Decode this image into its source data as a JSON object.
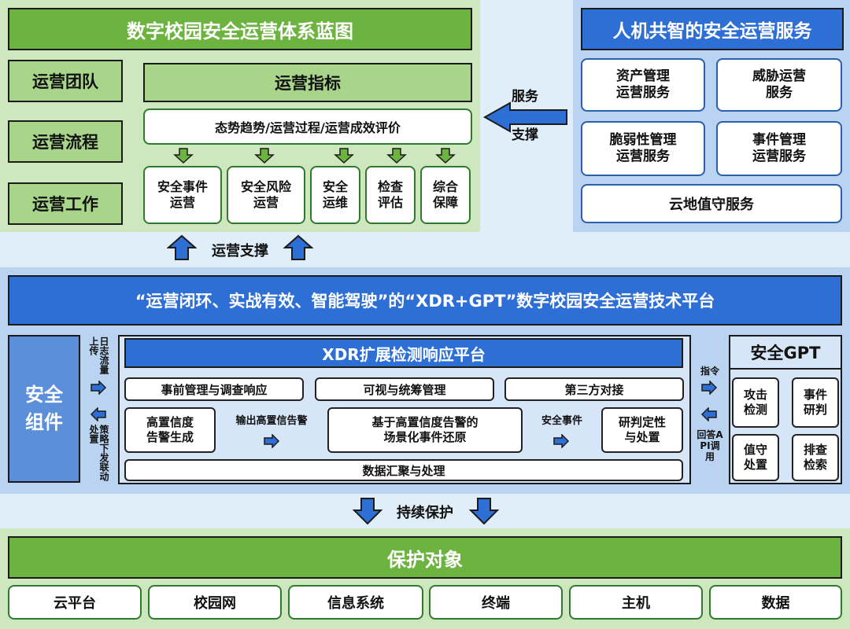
{
  "blueprint": {
    "title": "数字校园安全运营体系蓝图",
    "team": "运营团队",
    "process": "运营流程",
    "work": "运营工作",
    "indicators_title": "运营指标",
    "indicators_sub": "态势趋势/运营过程/运营成效评价",
    "items": [
      "安全事件\n运营",
      "安全风险\n运营",
      "安全\n运维",
      "检查\n评估",
      "综合\n保障"
    ]
  },
  "service_support": "服务\n支撑",
  "services": {
    "title": "人机共智的安全运营服务",
    "items": [
      "资产管理\n运营服务",
      "威胁运营\n服务",
      "脆弱性管理\n运营服务",
      "事件管理\n运营服务"
    ],
    "bottom": "云地值守服务"
  },
  "ops_support": "运营支撑",
  "platform": {
    "banner": "“运营闭环、实战有效、智能驾驶”的“XDR+GPT”数字校园安全运营技术平台",
    "security_component": "安全\n组件",
    "left_top_label": "日志流量上传",
    "left_bottom_label": "策略下发联动处置",
    "xdr_title": "XDR扩展检测响应平台",
    "xdr_row1": [
      "事前管理与调查响应",
      "可视与统筹管理",
      "第三方对接"
    ],
    "high_alert": "高置信度\n告警生成",
    "output_alert": "输出高置信告警",
    "scene_restore": "基于高置信度告警的\n场景化事件还原",
    "security_event": "安全事件",
    "judge": "研判定性\n与处置",
    "data_agg": "数据汇聚与处理",
    "cmd_label": "指令",
    "api_label": "回答API调用",
    "gpt_title": "安全GPT",
    "gpt_items": [
      "攻击\n检测",
      "事件\n研判",
      "值守\n处置",
      "排查\n检索"
    ]
  },
  "continuous": "持续保护",
  "protect": {
    "title": "保护对象",
    "items": [
      "云平台",
      "校园网",
      "信息系统",
      "终端",
      "主机",
      "数据"
    ]
  },
  "colors": {
    "green": "#6db33f",
    "blue": "#2e6fd6",
    "light_green": "#cfe7bf",
    "light_blue": "#b9d3f0"
  }
}
